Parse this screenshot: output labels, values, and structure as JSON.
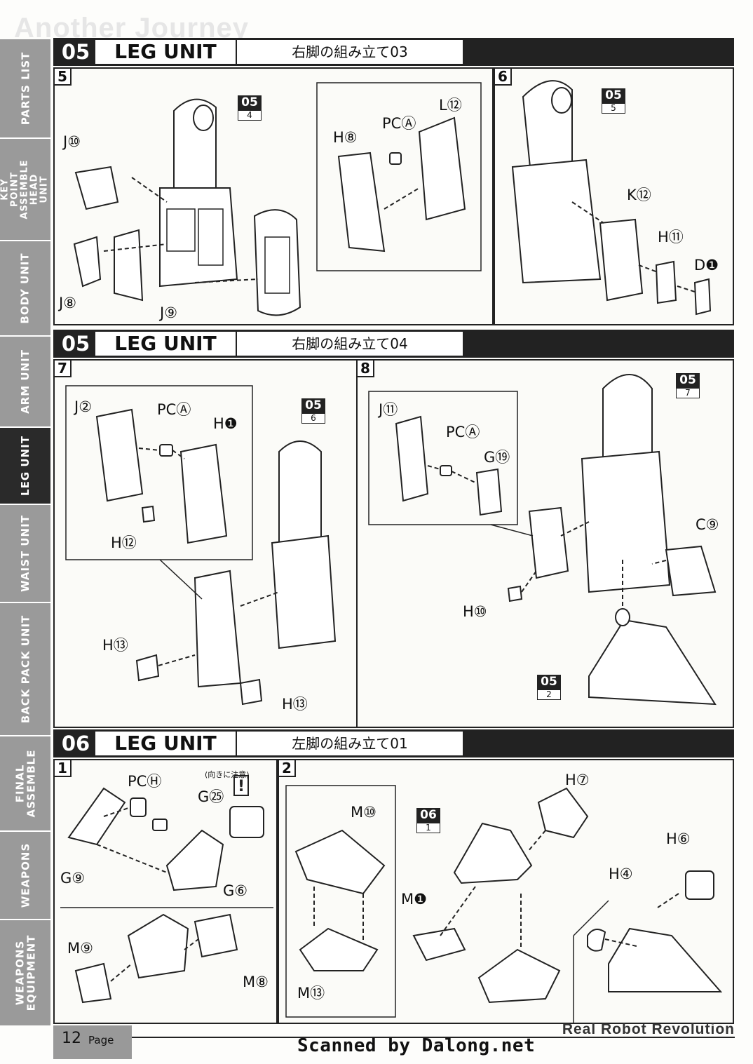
{
  "ghost_title": "Another Journey",
  "sidebar": {
    "items": [
      {
        "label": "PARTS LIST",
        "active": false
      },
      {
        "label": "KEY POINT ASSEMBLE HEAD UNIT",
        "active": false
      },
      {
        "label": "BODY UNIT",
        "active": false
      },
      {
        "label": "ARM UNIT",
        "active": false
      },
      {
        "label": "LEG UNIT",
        "active": true
      },
      {
        "label": "WAIST UNIT",
        "active": false
      },
      {
        "label": "BACK PACK UNIT",
        "active": false
      },
      {
        "label": "FINAL ASSEMBLE",
        "active": false
      },
      {
        "label": "WEAPONS",
        "active": false
      },
      {
        "label": "WEAPONS EQUIPMENT",
        "active": false
      }
    ]
  },
  "sections": [
    {
      "number": "05",
      "title": "LEG UNIT",
      "subtitle": "右脚の組み立て03"
    },
    {
      "number": "05",
      "title": "LEG UNIT",
      "subtitle": "右脚の組み立て04"
    },
    {
      "number": "06",
      "title": "LEG UNIT",
      "subtitle": "左脚の組み立て01"
    }
  ],
  "steps": {
    "s5": {
      "number": "5",
      "labels": [
        "J⑩",
        "J⑧",
        "J⑨",
        "H⑧",
        "PCⒶ",
        "L⑫"
      ],
      "ref": {
        "top": "05",
        "bottom": "4"
      }
    },
    "s6": {
      "number": "6",
      "labels": [
        "K⑫",
        "H⑪",
        "D❶"
      ],
      "ref": {
        "top": "05",
        "bottom": "5"
      }
    },
    "s7": {
      "number": "7",
      "labels": [
        "J②",
        "PCⒶ",
        "H❶",
        "H⑫",
        "H⑬",
        "H⑬"
      ],
      "ref": {
        "top": "05",
        "bottom": "6"
      }
    },
    "s8": {
      "number": "8",
      "labels": [
        "J⑪",
        "PCⒶ",
        "G⑲",
        "C⑨",
        "H⑩"
      ],
      "ref": {
        "top": "05",
        "bottom": "7"
      },
      "ref2": {
        "top": "05",
        "bottom": "2"
      }
    },
    "s1": {
      "number": "1",
      "labels": [
        "PCⒽ",
        "G㉕",
        "G⑨",
        "G⑥",
        "M⑨",
        "M⑧"
      ],
      "note": "(向きに注意)"
    },
    "s2": {
      "number": "2",
      "labels": [
        "M⑩",
        "H⑦",
        "M❶",
        "M⑬",
        "H⑥",
        "H④"
      ],
      "ref": {
        "top": "06",
        "bottom": "1"
      }
    }
  },
  "footer": {
    "page_number": "12",
    "page_word": "Page",
    "credit": "Scanned by Dalong.net",
    "brand": "Real Robot Revolution"
  },
  "colors": {
    "accent": "#222222",
    "sidebar": "#9a9a9a",
    "active_tab": "#2a2a2a"
  }
}
